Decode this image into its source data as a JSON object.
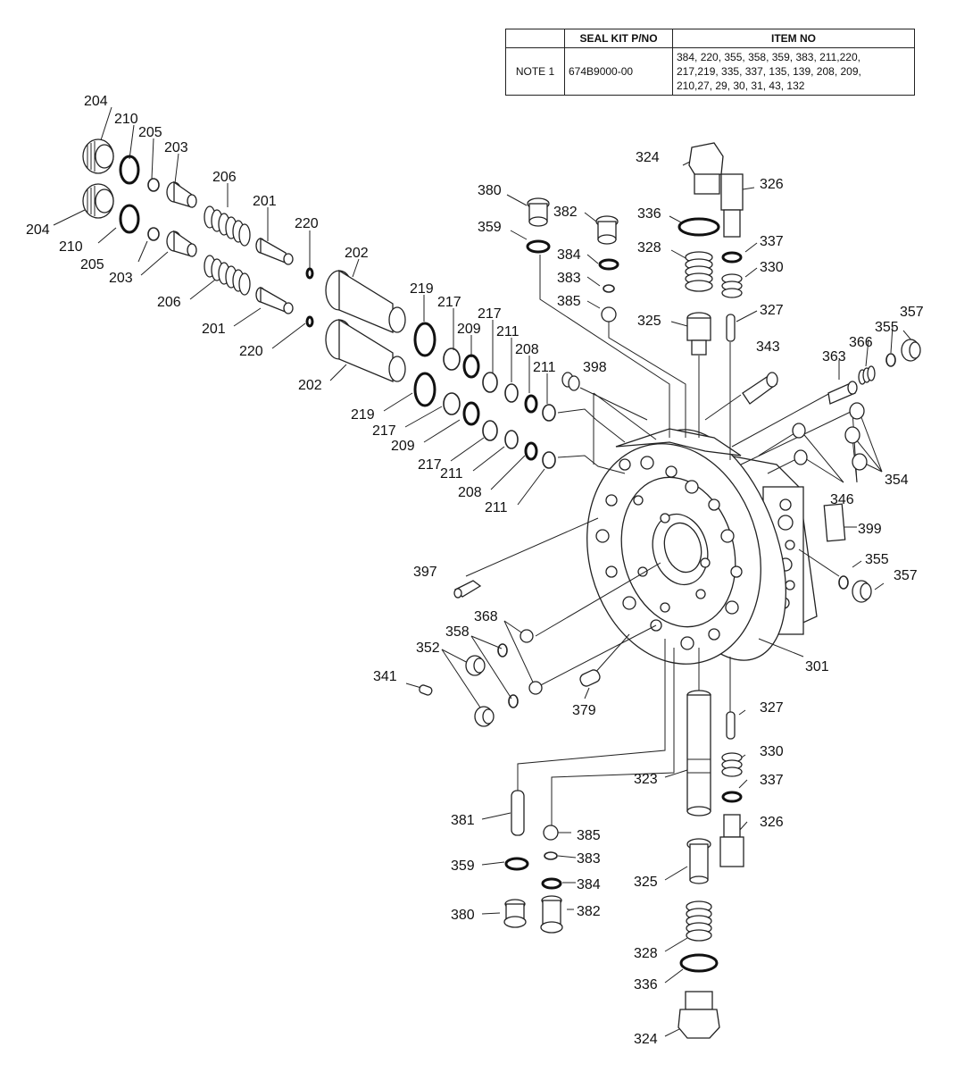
{
  "seal_table": {
    "headers": [
      "",
      "SEAL KIT P/NO",
      "ITEM NO"
    ],
    "row": {
      "note": "NOTE 1",
      "part_no": "674B9000-00",
      "items_lines": [
        "384, 220, 355, 358, 359, 383, 211,220,",
        "217,219, 335, 337, 135, 139, 208, 209,",
        "210,27, 29, 30, 31, 43, 132"
      ]
    }
  },
  "callouts": [
    "204",
    "210",
    "205",
    "203",
    "206",
    "201",
    "220",
    "204",
    "210",
    "205",
    "203",
    "206",
    "201",
    "220",
    "202",
    "202",
    "219",
    "217",
    "209",
    "217",
    "211",
    "208",
    "211",
    "398",
    "219",
    "217",
    "209",
    "217",
    "211",
    "208",
    "211",
    "380",
    "382",
    "359",
    "384",
    "383",
    "385",
    "324",
    "326",
    "336",
    "337",
    "328",
    "330",
    "325",
    "327",
    "343",
    "363",
    "366",
    "355",
    "357",
    "354",
    "346",
    "399",
    "355",
    "357",
    "397",
    "368",
    "358",
    "352",
    "341",
    "379",
    "301",
    "327",
    "330",
    "337",
    "323",
    "326",
    "381",
    "385",
    "359",
    "383",
    "384",
    "380",
    "382",
    "325",
    "328",
    "336",
    "324"
  ]
}
